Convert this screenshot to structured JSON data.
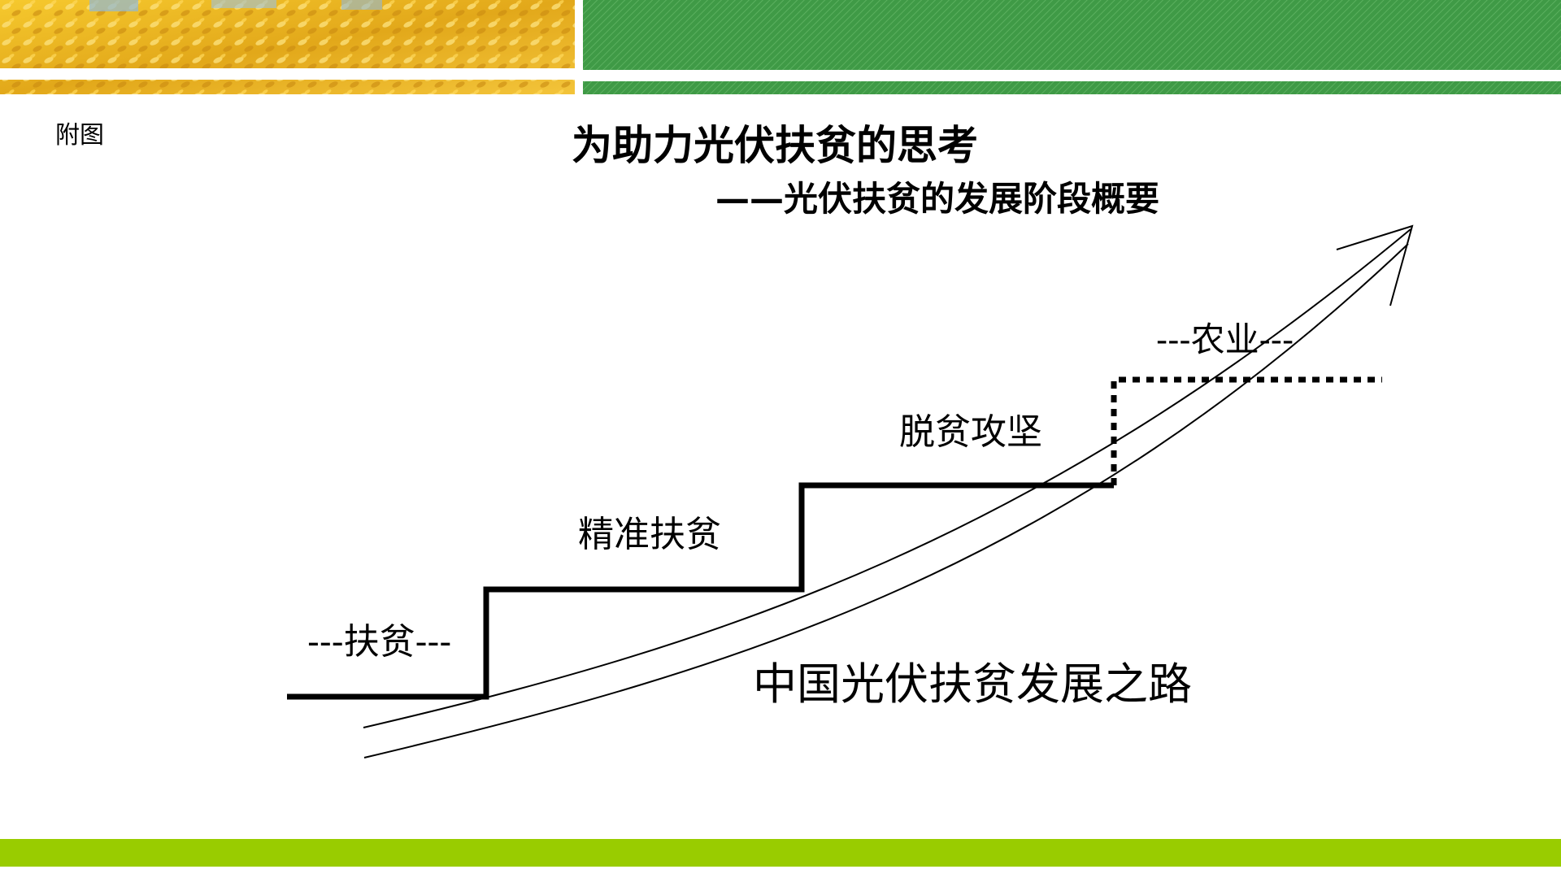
{
  "header": {
    "figure_label": "附图",
    "title": "为助力光伏扶贫的思考",
    "subtitle": "——光伏扶贫的发展阶段概要"
  },
  "diagram": {
    "stages": [
      {
        "label": "---扶贫---"
      },
      {
        "label": "精准扶贫"
      },
      {
        "label": "脱贫攻坚"
      },
      {
        "label": "---农业---"
      }
    ],
    "arrow_label": "中国光伏扶贫发展之路"
  },
  "colors": {
    "accent_green": "#3f9a46",
    "bottom_bar": "#99cc00",
    "wheat": "#e8b422",
    "line": "#000000"
  },
  "icons": {
    "banner_left": "wheat-field-image",
    "banner_right": "green-stripe-banner"
  }
}
